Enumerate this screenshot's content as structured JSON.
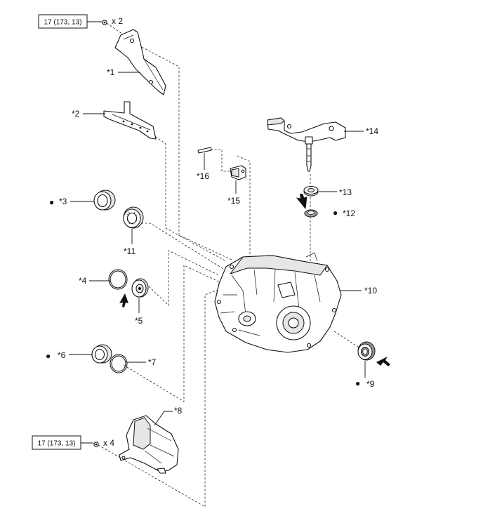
{
  "torque_specs": [
    {
      "value": "17 (173, 13)",
      "quantity": "x 2"
    },
    {
      "value": "17 (173, 13)",
      "quantity": "x 4"
    }
  ],
  "callouts": {
    "p1": "*1",
    "p2": "*2",
    "p3": "*3",
    "p4": "*4",
    "p5": "*5",
    "p6": "*6",
    "p7": "*7",
    "p8": "*8",
    "p9": "*9",
    "p10": "*10",
    "p11": "*11",
    "p12": "*12",
    "p13": "*13",
    "p14": "*14",
    "p15": "*15",
    "p16": "*16"
  },
  "marks": {
    "non_reusable": "●"
  }
}
